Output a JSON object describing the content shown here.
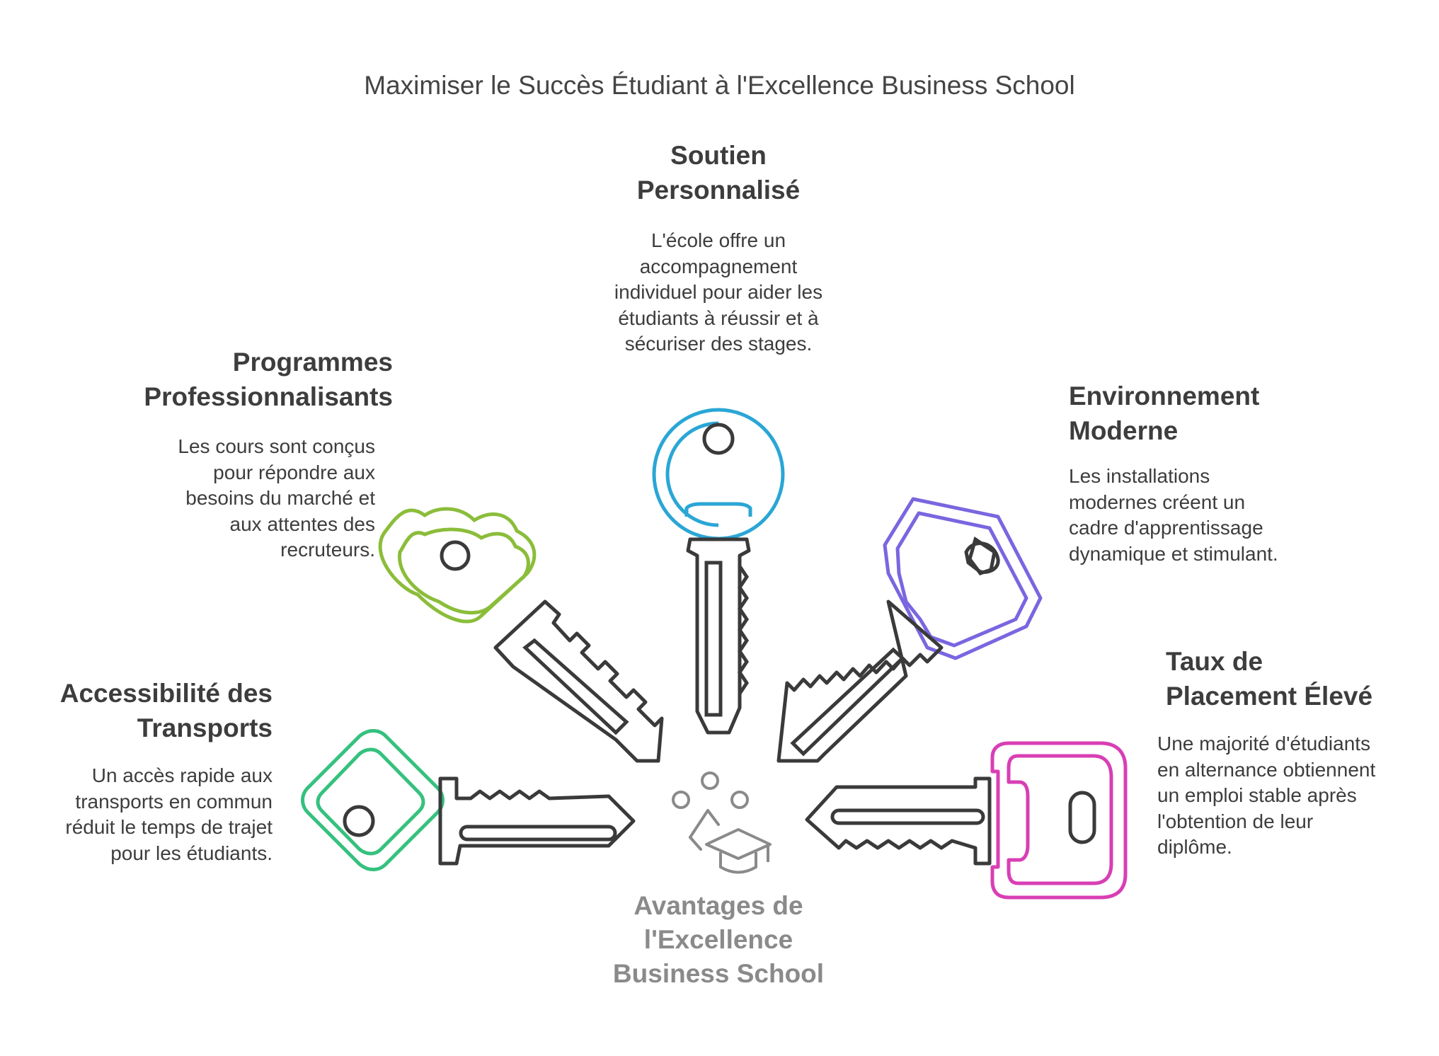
{
  "title": "Maximiser le Succès Étudiant à l'Excellence Business School",
  "center": {
    "label_lines": [
      "Avantages de",
      "l'Excellence",
      "Business School"
    ]
  },
  "colors": {
    "top": "#2aa6d6",
    "upper_left": "#8bbd3a",
    "upper_right": "#7a66e0",
    "lower_left": "#35c17e",
    "lower_right": "#d83fb4",
    "key_stroke": "#3a3a3a",
    "center_icon": "#8a8a8a"
  },
  "items": {
    "top": {
      "heading_lines": [
        "Soutien",
        "Personnalisé"
      ],
      "desc_lines": [
        "L'école offre un",
        "accompagnement",
        "individuel pour aider les",
        "étudiants à réussir et à",
        "sécuriser des stages."
      ],
      "icon": "round-key-icon"
    },
    "upper_left": {
      "heading_lines": [
        "Programmes",
        "Professionnalisants"
      ],
      "desc_lines": [
        "Les cours sont conçus",
        "pour répondre aux",
        "besoins du marché et",
        "aux attentes des",
        "recruteurs."
      ],
      "icon": "cloud-key-icon"
    },
    "upper_right": {
      "heading_lines": [
        "Environnement",
        "Moderne"
      ],
      "desc_lines": [
        "Les installations",
        "modernes créent un",
        "cadre d'apprentissage",
        "dynamique et stimulant."
      ],
      "icon": "hexagon-key-icon"
    },
    "lower_left": {
      "heading_lines": [
        "Accessibilité des",
        "Transports"
      ],
      "desc_lines": [
        "Un accès rapide aux",
        "transports en commun",
        "réduit le temps de trajet",
        "pour les étudiants."
      ],
      "icon": "diamond-key-icon"
    },
    "lower_right": {
      "heading_lines": [
        "Taux de",
        "Placement Élevé"
      ],
      "desc_lines": [
        "Une majorité d'étudiants",
        "en alternance obtiennent",
        "un emploi stable après",
        "l'obtention de leur",
        "diplôme."
      ],
      "icon": "square-key-icon"
    }
  }
}
